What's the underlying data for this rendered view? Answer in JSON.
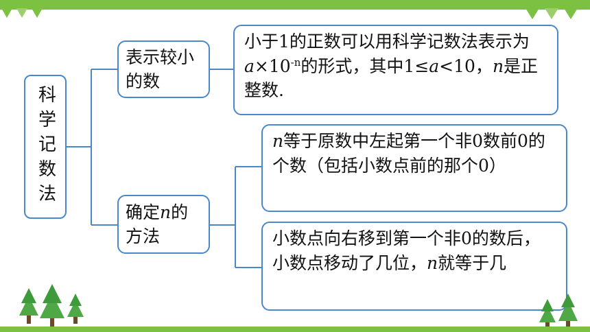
{
  "root": {
    "label": "科学记数法"
  },
  "branches": [
    {
      "label": "表示较小的数",
      "leaves": [
        {
          "parts": [
            {
              "t": "小于1的正数可以用科学记数法表示为"
            },
            {
              "t": "a",
              "style": "i"
            },
            {
              "t": "×10"
            },
            {
              "t": "-n",
              "style": "sup"
            },
            {
              "t": "的形式，其中1≤"
            },
            {
              "t": "a",
              "style": "i"
            },
            {
              "t": "<10，"
            },
            {
              "t": "n",
              "style": "i"
            },
            {
              "t": "是正整数."
            }
          ]
        }
      ]
    },
    {
      "label_parts": [
        {
          "t": "确定"
        },
        {
          "t": "n",
          "style": "i"
        },
        {
          "t": "的方法"
        }
      ],
      "leaves": [
        {
          "parts": [
            {
              "t": "n",
              "style": "i"
            },
            {
              "t": "等于原数中左起第一个非0数前0的个数（包括小数点前的那个0）"
            }
          ]
        },
        {
          "parts": [
            {
              "t": "小数点向右移到第一个非0的数后，小数点移动了几位，"
            },
            {
              "t": "n",
              "style": "i"
            },
            {
              "t": "就等于几"
            }
          ]
        }
      ]
    }
  ],
  "colors": {
    "border": "#4a86c8",
    "accent_green": "#7cc142",
    "tree_green": "#3e9a3a"
  },
  "icons": [
    "tree-icon",
    "triangle-bunting-icon"
  ]
}
